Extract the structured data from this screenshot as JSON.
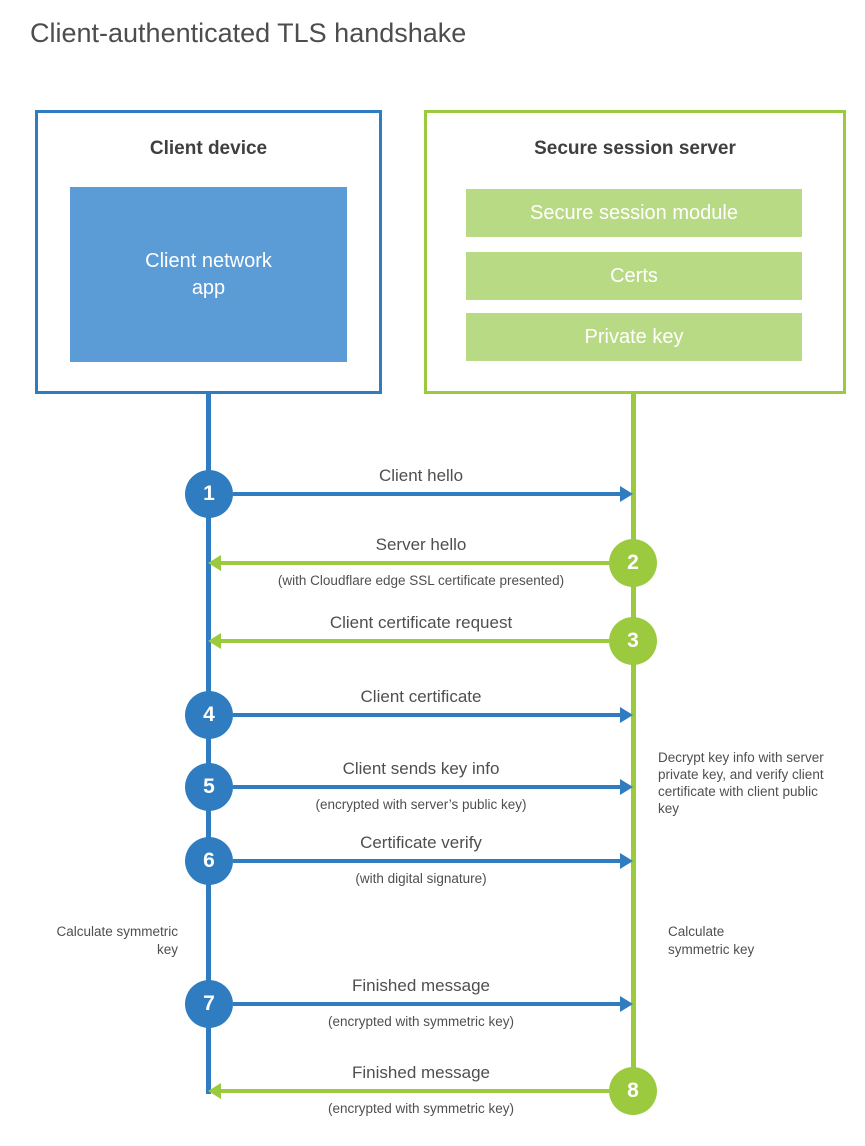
{
  "title": "Client-authenticated TLS handshake",
  "client_box": {
    "title": "Client device",
    "app_label": "Client network\napp"
  },
  "server_box": {
    "title": "Secure session server",
    "modules": [
      "Secure session module",
      "Certs",
      "Private key"
    ]
  },
  "steps": [
    {
      "num": "1",
      "actor": "client",
      "direction": "right",
      "label": "Client hello",
      "sublabel": ""
    },
    {
      "num": "2",
      "actor": "server",
      "direction": "left",
      "label": "Server hello",
      "sublabel": "(with Cloudflare edge SSL certificate presented)"
    },
    {
      "num": "3",
      "actor": "server",
      "direction": "left",
      "label": "Client certificate request",
      "sublabel": ""
    },
    {
      "num": "4",
      "actor": "client",
      "direction": "right",
      "label": "Client certificate",
      "sublabel": ""
    },
    {
      "num": "5",
      "actor": "client",
      "direction": "right",
      "label": "Client sends key info",
      "sublabel": "(encrypted with server’s public key)"
    },
    {
      "num": "6",
      "actor": "client",
      "direction": "right",
      "label": "Certificate verify",
      "sublabel": "(with digital signature)"
    },
    {
      "num": "7",
      "actor": "client",
      "direction": "right",
      "label": "Finished message",
      "sublabel": "(encrypted with symmetric key)"
    },
    {
      "num": "8",
      "actor": "server",
      "direction": "left",
      "label": "Finished message",
      "sublabel": "(encrypted with symmetric key)"
    }
  ],
  "notes": {
    "decrypt": "Decrypt key info with server private key, and verify client certificate with client public key",
    "calc_client": "Calculate symmetric key",
    "calc_server": "Calculate symmetric key"
  },
  "colors": {
    "client_blue": "#2f7dc0",
    "client_blue_fill": "#5b9bd6",
    "server_green": "#9cca3e",
    "server_green_fill": "#b9da85"
  }
}
